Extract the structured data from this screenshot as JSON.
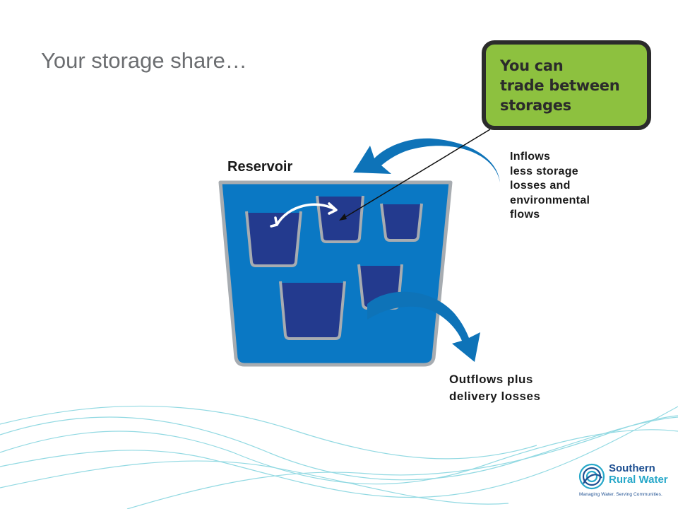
{
  "slide": {
    "title": "Your storage share…"
  },
  "diagram": {
    "reservoir_label": "Reservoir",
    "inflows_label": "Inflows\nless storage\nlosses and\nenvironmental\nflows",
    "outflows_label": "Outflows plus\ndelivery losses",
    "callout_text": "You can\ntrade between\nstorages"
  },
  "logo": {
    "name_line1": "Southern",
    "name_line2": "Rural Water",
    "tagline": "Managing Water. Serving Communities."
  },
  "colors": {
    "reservoir_blue": "#0a78c4",
    "cup_water": "#233a8e",
    "cup_rim": "#9aa0a6",
    "arrow_blue": "#0e73b8",
    "callout_green": "#8dc13f",
    "wave_teal": "#5ccad6"
  }
}
